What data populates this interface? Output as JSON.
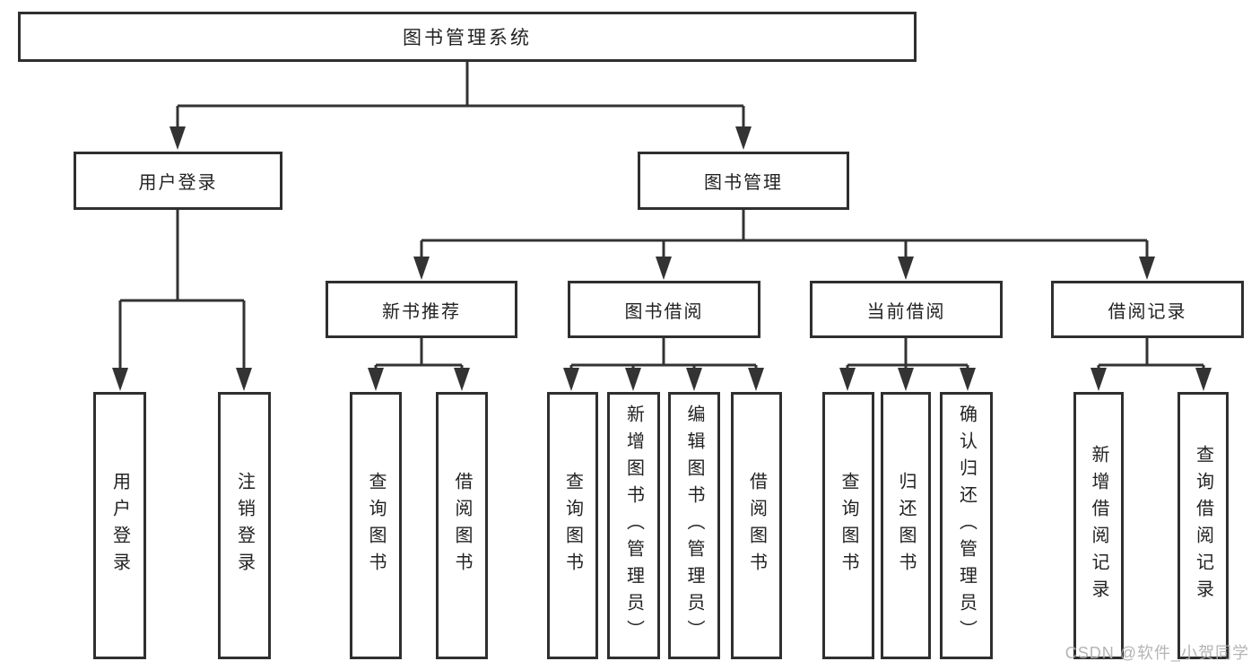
{
  "tree": {
    "label": "图书管理系统",
    "children": [
      {
        "label": "用户登录",
        "children": [
          {
            "label": "用户登录"
          },
          {
            "label": "注销登录"
          }
        ]
      },
      {
        "label": "图书管理",
        "children": [
          {
            "label": "新书推荐",
            "children": [
              {
                "label": "查询图书"
              },
              {
                "label": "借阅图书"
              }
            ]
          },
          {
            "label": "图书借阅",
            "children": [
              {
                "label": "查询图书"
              },
              {
                "label": "新增图书（管理员）"
              },
              {
                "label": "编辑图书（管理员）"
              },
              {
                "label": "借阅图书"
              }
            ]
          },
          {
            "label": "当前借阅",
            "children": [
              {
                "label": "查询图书"
              },
              {
                "label": "归还图书"
              },
              {
                "label": "确认归还（管理员）"
              }
            ]
          },
          {
            "label": "借阅记录",
            "children": [
              {
                "label": "新增借阅记录"
              },
              {
                "label": "查询借阅记录"
              }
            ]
          }
        ]
      }
    ]
  },
  "watermark": {
    "text": "CSDN @软件_小贺同学"
  },
  "colors": {
    "line": "#333333",
    "box_border": "#2f2f2f",
    "text": "#222222",
    "watermark": "#b0b0b0",
    "background": "#ffffff"
  }
}
